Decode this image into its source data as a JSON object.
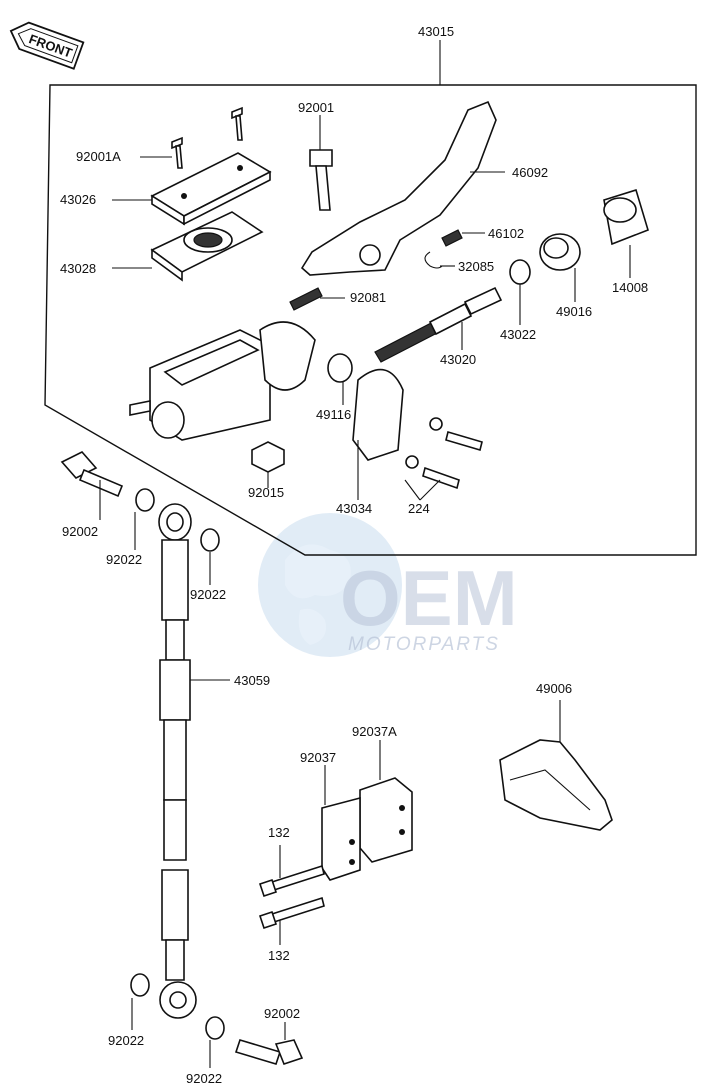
{
  "front_badge": "FRONT",
  "assembly_label": "43015",
  "watermark": {
    "brand": "OEM",
    "sub": "MOTORPARTS"
  },
  "parts": [
    {
      "id": "p-43015",
      "number": "43015"
    },
    {
      "id": "p-92001A",
      "number": "92001A"
    },
    {
      "id": "p-92001",
      "number": "92001"
    },
    {
      "id": "p-46092",
      "number": "46092"
    },
    {
      "id": "p-43026",
      "number": "43026"
    },
    {
      "id": "p-46102",
      "number": "46102"
    },
    {
      "id": "p-32085",
      "number": "32085"
    },
    {
      "id": "p-43028",
      "number": "43028"
    },
    {
      "id": "p-14008",
      "number": "14008"
    },
    {
      "id": "p-92081",
      "number": "92081"
    },
    {
      "id": "p-49016",
      "number": "49016"
    },
    {
      "id": "p-43020",
      "number": "43020"
    },
    {
      "id": "p-43022",
      "number": "43022"
    },
    {
      "id": "p-49116",
      "number": "49116"
    },
    {
      "id": "p-92015",
      "number": "92015"
    },
    {
      "id": "p-43034",
      "number": "43034"
    },
    {
      "id": "p-224",
      "number": "224"
    },
    {
      "id": "p-92002a",
      "number": "92002"
    },
    {
      "id": "p-92022a",
      "number": "92022"
    },
    {
      "id": "p-92022b",
      "number": "92022"
    },
    {
      "id": "p-43059",
      "number": "43059"
    },
    {
      "id": "p-49006",
      "number": "49006"
    },
    {
      "id": "p-92037A",
      "number": "92037A"
    },
    {
      "id": "p-92037",
      "number": "92037"
    },
    {
      "id": "p-132a",
      "number": "132"
    },
    {
      "id": "p-132b",
      "number": "132"
    },
    {
      "id": "p-92022c",
      "number": "92022"
    },
    {
      "id": "p-92002b",
      "number": "92002"
    },
    {
      "id": "p-92022d",
      "number": "92022"
    }
  ]
}
